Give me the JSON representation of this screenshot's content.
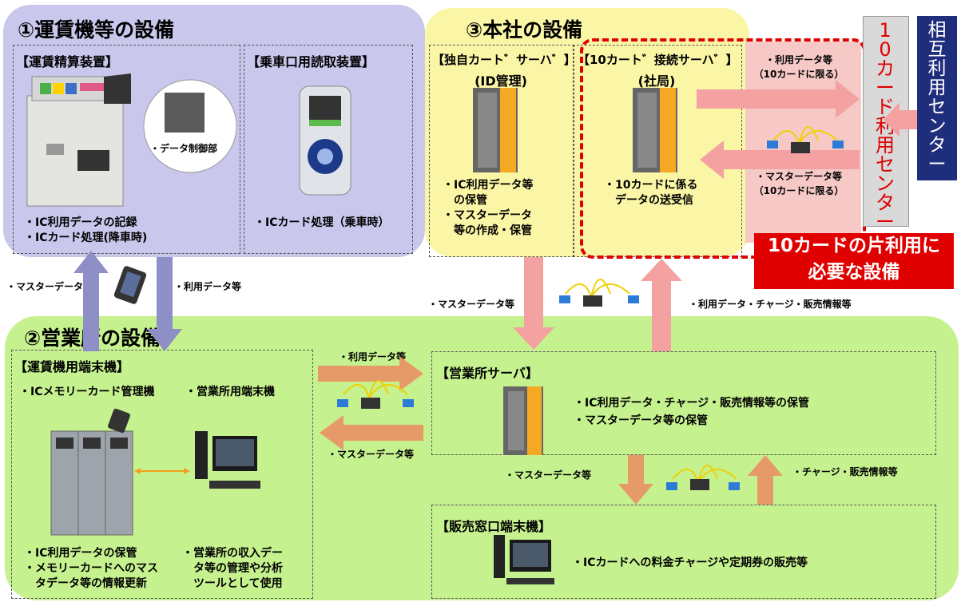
{
  "colors": {
    "fare_region": "#c9c7ec",
    "hq_region": "#fbf6a6",
    "office_region": "#c6f18f",
    "tencard_band": "#f6c9c7",
    "red_border": "#e00000",
    "center_box": "#d9d9d9",
    "mutual_box": "#1f2d7d",
    "arrow_purple": "#8f8fc8",
    "arrow_pink": "#f3a1a1",
    "arrow_orange": "#e69a68"
  },
  "icons": [
    "fare-adjustment-machine",
    "data-control-unit",
    "boarding-reader",
    "server",
    "network",
    "ic-card",
    "memory-card-cabinet",
    "desktop-pc"
  ],
  "section1": {
    "title": "①運賃機等の設備",
    "fare_machine": {
      "header": "【運賃精算装置】",
      "callout": "・データ制御部",
      "desc": "・IC利用データの記録\n・ICカード処理(降車時)"
    },
    "reader": {
      "header": "【乗車口用読取装置】",
      "desc": "・ICカード処理（乗車時）"
    }
  },
  "section3": {
    "title": "③本社の設備",
    "own_server": {
      "header": "【独自カート゛サーハ゛】",
      "sub": "(ID管理)",
      "desc": "・IC利用データ等\n　の保管\n・マスターデータ\n　等の作成・保管"
    },
    "tencard_server": {
      "header": "【10カート゛接続サーハ゛】",
      "sub": "(社局)",
      "desc": "・10カードに係る\n　データの送受信"
    },
    "usage_label": "・利用データ等\n（10カードに限る）",
    "master_label": "・マスターデータ等\n（10カードに限る）",
    "center_label": "10カード利用センター",
    "mutual_label": "相互利用センター",
    "callout": "10カードの片利用に\n必要な設備"
  },
  "mid_labels": {
    "master_left": "・マスターデータ等",
    "usage_left": "・利用データ等",
    "master_hq": "・マスターデータ等",
    "usage_hq": "・利用データ・チャージ・販売情報等"
  },
  "section2": {
    "title": "②営業所の設備",
    "terminal": {
      "header": "【運賃機用端末機】",
      "memory_mgr": "・ICメモリーカード管理機",
      "office_pc": "・営業所用端末機",
      "desc_left": "・IC利用データの保管\n・メモリーカードへのマス\n　タデータ等の情報更新",
      "desc_right": "・営業所の収入デー\n　タ等の管理や分析\n　ツールとして使用"
    },
    "arrow_usage": "・利用データ等",
    "arrow_master": "・マスターデータ等",
    "office_server": {
      "header": "【営業所サーバ】",
      "desc": "・IC利用データ・チャージ・販売情報等の保管\n・マスターデータ等の保管"
    },
    "down_label": "・マスターデータ等",
    "up_label": "・チャージ・販売情報等",
    "sales": {
      "header": "【販売窓口端末機】",
      "desc": "・ICカードへの料金チャージや定期券の販売等"
    }
  }
}
